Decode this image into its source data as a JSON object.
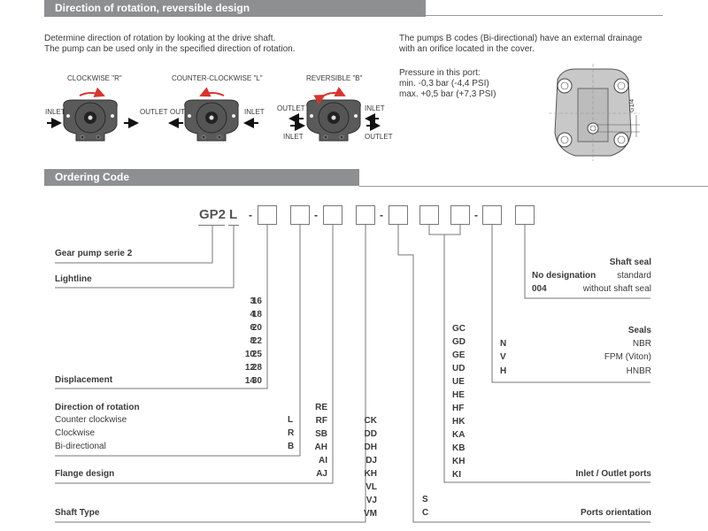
{
  "section1": {
    "title": "Direction of rotation, reversible design",
    "intro_line1": "Determine direction of rotation by looking at the drive shaft.",
    "intro_line2": "The pump can be used only in the specified direction of rotation.",
    "drainage_line1": "The pumps B codes (Bi-directional) have an external drainage",
    "drainage_line2": "with an orifice located in the cover.",
    "pressure_title": "Pressure in this port:",
    "pressure_min": "min. -0,3 bar (-4,4 PSI)",
    "pressure_max": "max. +0,5 bar (+7,3 PSI)",
    "port_label": "G1/4",
    "diagrams": [
      {
        "title": "CLOCKWISE \"R\"",
        "left": "INLET",
        "right": "OUTLET"
      },
      {
        "title": "COUNTER-CLOCKWISE \"L\"",
        "left": "OUTLET",
        "right": "INLET"
      },
      {
        "title": "REVERSIBLE \"B\"",
        "left_top": "OUTLET",
        "left_bottom": "INLET",
        "right_top": "INLET",
        "right_bottom": "OUTLET"
      }
    ]
  },
  "section2": {
    "title": "Ordering Code",
    "code_prefix": "GP2",
    "code_l": "L",
    "gear_pump": "Gear pump serie 2",
    "lightline": "Lightline",
    "displacement_label": "Displacement",
    "displacement_col1": [
      "3",
      "4",
      "6",
      "8",
      "10",
      "12",
      "14"
    ],
    "displacement_col2": [
      "16",
      "18",
      "20",
      "22",
      "25",
      "28",
      "30"
    ],
    "direction": {
      "label": "Direction of rotation",
      "items": [
        {
          "name": "Counter clockwise",
          "code": "L"
        },
        {
          "name": "Clockwise",
          "code": "R"
        },
        {
          "name": "Bi-directional",
          "code": "B"
        }
      ]
    },
    "flange_label": "Flange design",
    "flange_codes": [
      "RE",
      "RF",
      "SB",
      "AH",
      "AI",
      "AJ"
    ],
    "shaft_label": "Shaft Type",
    "shaft_codes": [
      "CK",
      "DD",
      "DH",
      "DJ",
      "KH",
      "VL",
      "VJ",
      "VM"
    ],
    "orientation_codes": [
      "S",
      "C"
    ],
    "orientation_label": "Ports orientation",
    "ports_codes": [
      "GC",
      "GD",
      "GE",
      "UD",
      "UE",
      "HE",
      "HF",
      "HK",
      "KA",
      "KB",
      "KH",
      "KI"
    ],
    "ports_label": "Inlet / Outlet ports",
    "seals": {
      "label": "Seals",
      "items": [
        {
          "code": "N",
          "name": "NBR"
        },
        {
          "code": "V",
          "name": "FPM (Viton)"
        },
        {
          "code": "H",
          "name": "HNBR"
        }
      ]
    },
    "shaft_seal": {
      "label": "Shaft seal",
      "items": [
        {
          "code": "No designation",
          "name": "standard"
        },
        {
          "code": "004",
          "name": "without shaft seal"
        }
      ]
    }
  }
}
